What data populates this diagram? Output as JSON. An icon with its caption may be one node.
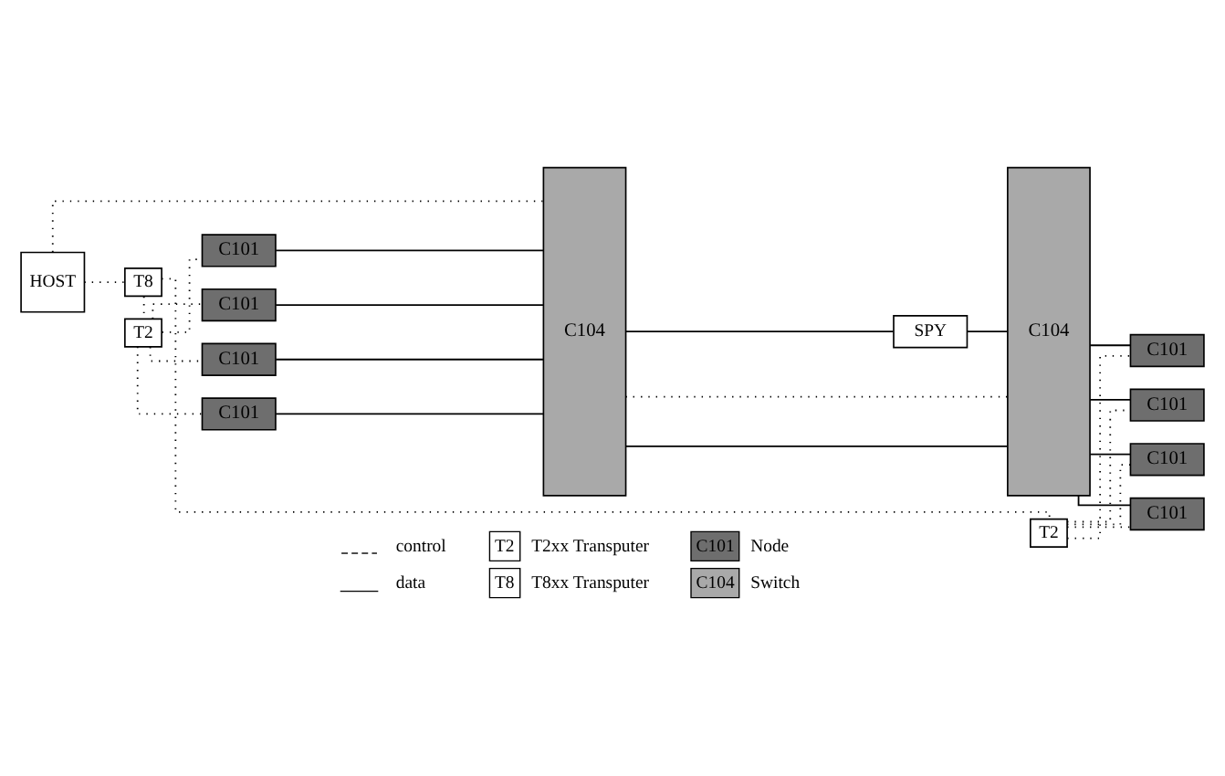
{
  "diagram": {
    "nodes": [
      {
        "text": [
          "T8"
        ]
      },
      {
        "text": [
          "T2"
        ]
      },
      {
        "text": [
          "HOST"
        ]
      },
      {
        "text": [
          "C101"
        ]
      },
      {
        "text": [
          "C101"
        ]
      },
      {
        "text": [
          "C101"
        ]
      },
      {
        "text": [
          "C101"
        ]
      },
      {
        "text": [
          "C104"
        ]
      },
      {
        "text": [
          "SPY"
        ]
      },
      {
        "text": [
          "C104"
        ]
      },
      {
        "text": [
          "C101"
        ]
      },
      {
        "text": [
          "C101"
        ]
      },
      {
        "text": [
          "C101"
        ]
      },
      {
        "text": [
          "C101"
        ]
      },
      {
        "text": [
          "T2"
        ]
      }
    ],
    "edges": [
      {
        "from": 2,
        "to": 0,
        "arrow": "none",
        "style": "dashed"
      },
      {
        "from": 0,
        "to": 14,
        "arrow": "none",
        "style": "dashed"
      },
      {
        "from": 0,
        "to": 1,
        "arrow": "none",
        "style": "dashed"
      },
      {
        "from": 1,
        "to": 3,
        "arrow": "none",
        "style": "dashed"
      },
      {
        "from": 1,
        "to": 4,
        "arrow": "none",
        "style": "dashed"
      },
      {
        "from": 1,
        "to": 5,
        "arrow": "none",
        "style": "dashed"
      },
      {
        "from": 1,
        "to": 6,
        "arrow": "none",
        "style": "dashed"
      },
      {
        "from": 3,
        "to": 7,
        "arrow": "none"
      },
      {
        "from": 4,
        "to": 7,
        "arrow": "none"
      },
      {
        "from": 5,
        "to": 7,
        "arrow": "none"
      },
      {
        "from": 6,
        "to": 7,
        "arrow": "none"
      },
      {
        "from": 7,
        "to": 8,
        "arrow": "none"
      },
      {
        "from": 8,
        "to": 9,
        "arrow": "none"
      },
      {
        "from": 7,
        "to": 9,
        "arrow": "none"
      },
      {
        "from": 9,
        "to": 10,
        "arrow": "none"
      },
      {
        "from": 9,
        "to": 11,
        "arrow": "none"
      },
      {
        "from": 9,
        "to": 12,
        "arrow": "none"
      },
      {
        "from": 9,
        "to": 13,
        "arrow": "none"
      },
      {
        "from": 14,
        "to": 10,
        "arrow": "none",
        "style": "dashed"
      },
      {
        "from": 14,
        "to": 11,
        "arrow": "none",
        "style": "dashed"
      },
      {
        "from": 14,
        "to": 12,
        "arrow": "none",
        "style": "dashed"
      },
      {
        "from": 14,
        "to": 13,
        "arrow": "none",
        "style": "dashed"
      },
      {
        "from": 2,
        "to": 7,
        "arrow": "none",
        "style": "dashed"
      },
      {
        "from": 7,
        "to": 9,
        "arrow": "none",
        "style": "dashed"
      }
    ],
    "labels": [
      "T2",
      "T8",
      "C101",
      "C104"
    ],
    "legend": [
      {
        "text": "control"
      },
      {
        "text": "data"
      },
      {
        "text": "T2xx Transputer"
      },
      {
        "text": "T8xx Transputer"
      },
      {
        "text": "Node"
      },
      {
        "text": "Switch"
      }
    ]
  }
}
